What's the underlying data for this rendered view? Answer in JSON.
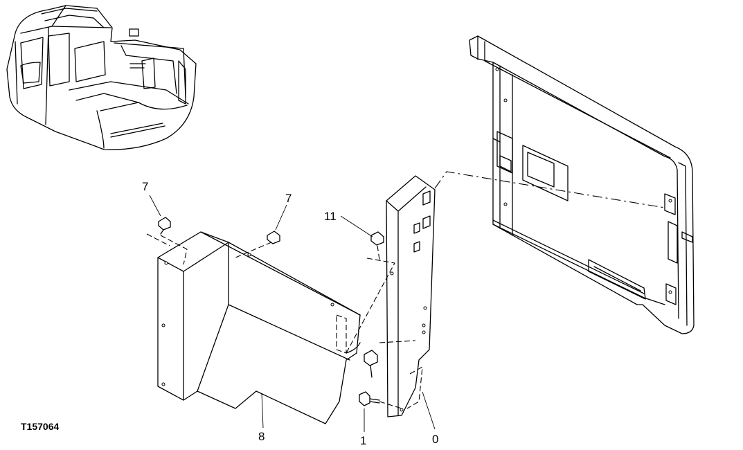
{
  "figure_id": "T157064",
  "callouts": {
    "bolt_left_top": "7",
    "bolt_right_top": "7",
    "bolt_bracket_upper": "11",
    "panel_cover": "8",
    "bolt_bracket_lower": "1",
    "bracket": "0"
  }
}
